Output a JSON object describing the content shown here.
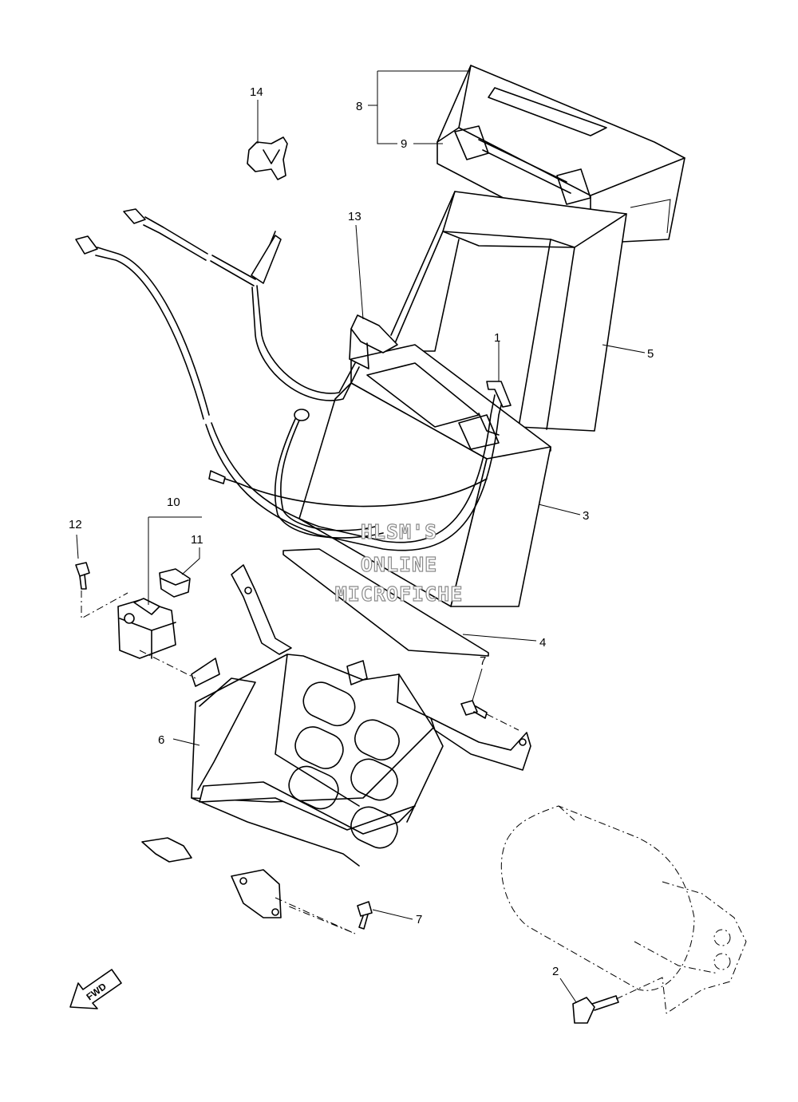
{
  "callouts": {
    "c1": "1",
    "c2": "2",
    "c3": "3",
    "c4": "4",
    "c5": "5",
    "c6": "6",
    "c7a": "7",
    "c7b": "7",
    "c8": "8",
    "c9": "9",
    "c10": "10",
    "c11": "11",
    "c12": "12",
    "c13": "13",
    "c14": "14"
  },
  "watermark": {
    "line1": "HLSM'S",
    "line2": "ONLINE",
    "line3": "MICROFICHE"
  },
  "direction_label": "FWD"
}
